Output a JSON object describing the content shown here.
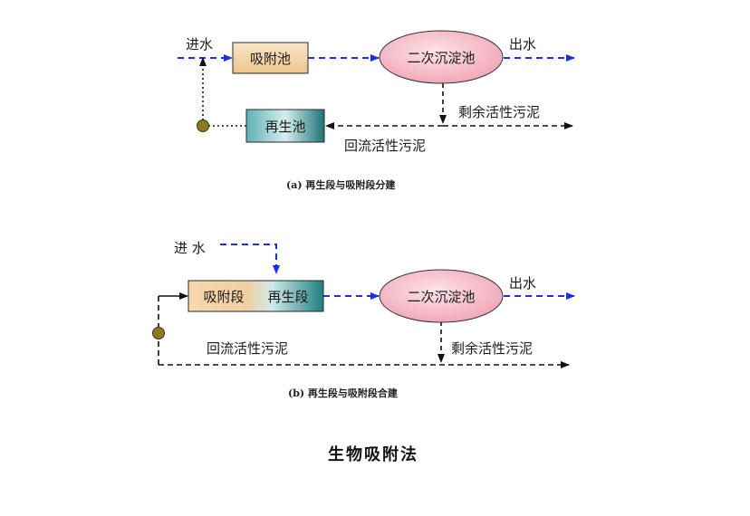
{
  "colors": {
    "water_flow": "#1a2bff",
    "sludge_flow": "#111111",
    "adsorption_fill": "#f3d4a6",
    "regeneration_fill": "#1f7f80",
    "clarifier_fill": "#f3b2c0",
    "pump": "#7a6a1c"
  },
  "diagram_a": {
    "influent": "进水",
    "adsorption_tank": "吸附池",
    "secondary_clarifier": "二次沉淀池",
    "effluent": "出水",
    "excess_sludge": "剩余活性污泥",
    "regeneration_tank": "再生池",
    "return_sludge": "回流活性污泥",
    "caption": "(a) 再生段与吸附段分建"
  },
  "diagram_b": {
    "influent": "进 水",
    "adsorption_stage": "吸附段",
    "regeneration_stage": "再生段",
    "secondary_clarifier": "二次沉淀池",
    "effluent": "出水",
    "return_sludge": "回流活性污泥",
    "excess_sludge": "剩余活性污泥",
    "caption": "(b) 再生段与吸附段合建"
  },
  "title": "生物吸附法"
}
